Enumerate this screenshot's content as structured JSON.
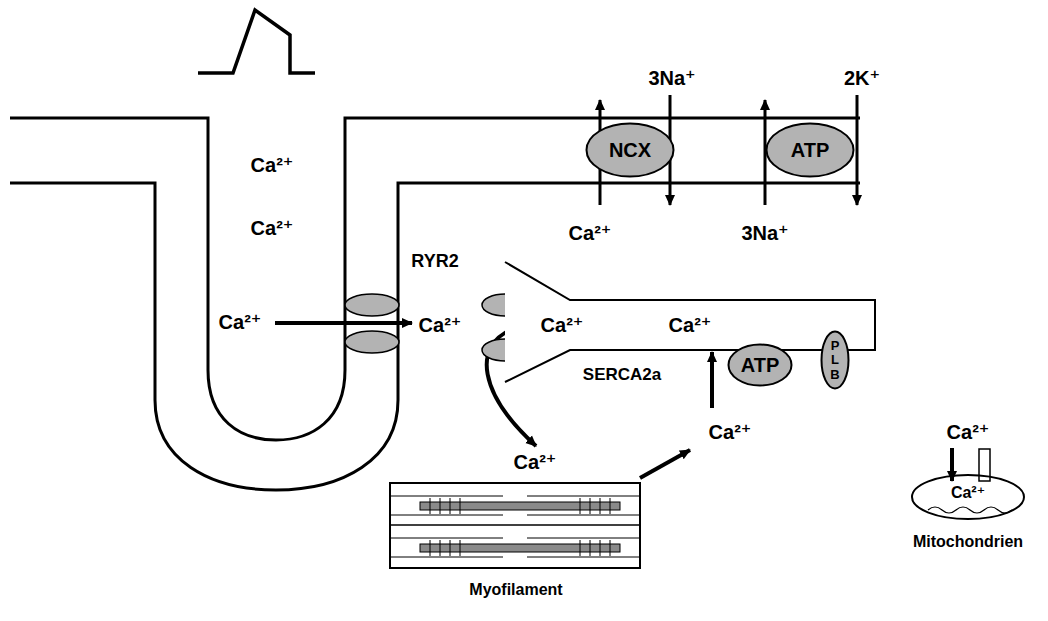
{
  "diagram": {
    "nodes": [
      {
        "text": [
          "NCX"
        ]
      },
      {
        "text": [
          "ATP"
        ]
      },
      {
        "text": [
          "Ca²⁺",
          "Ca²⁺"
        ]
      },
      {
        "text": [
          "ATP"
        ]
      },
      {
        "text": [
          "P L B"
        ]
      },
      {
        "text": [
          "Myofilament"
        ]
      },
      {
        "text": [
          "Ca²⁺",
          "Mitochondrien"
        ]
      }
    ],
    "labels": [
      "Ca²⁺",
      "Ca²⁺",
      "3Na⁺",
      "2K⁺",
      "Ca²⁺",
      "3Na⁺",
      "RYR2",
      "Ca²⁺",
      "Ca²⁺",
      "SERCA2a",
      "Ca²⁺",
      "Ca²⁺",
      "Ca²⁺"
    ]
  }
}
